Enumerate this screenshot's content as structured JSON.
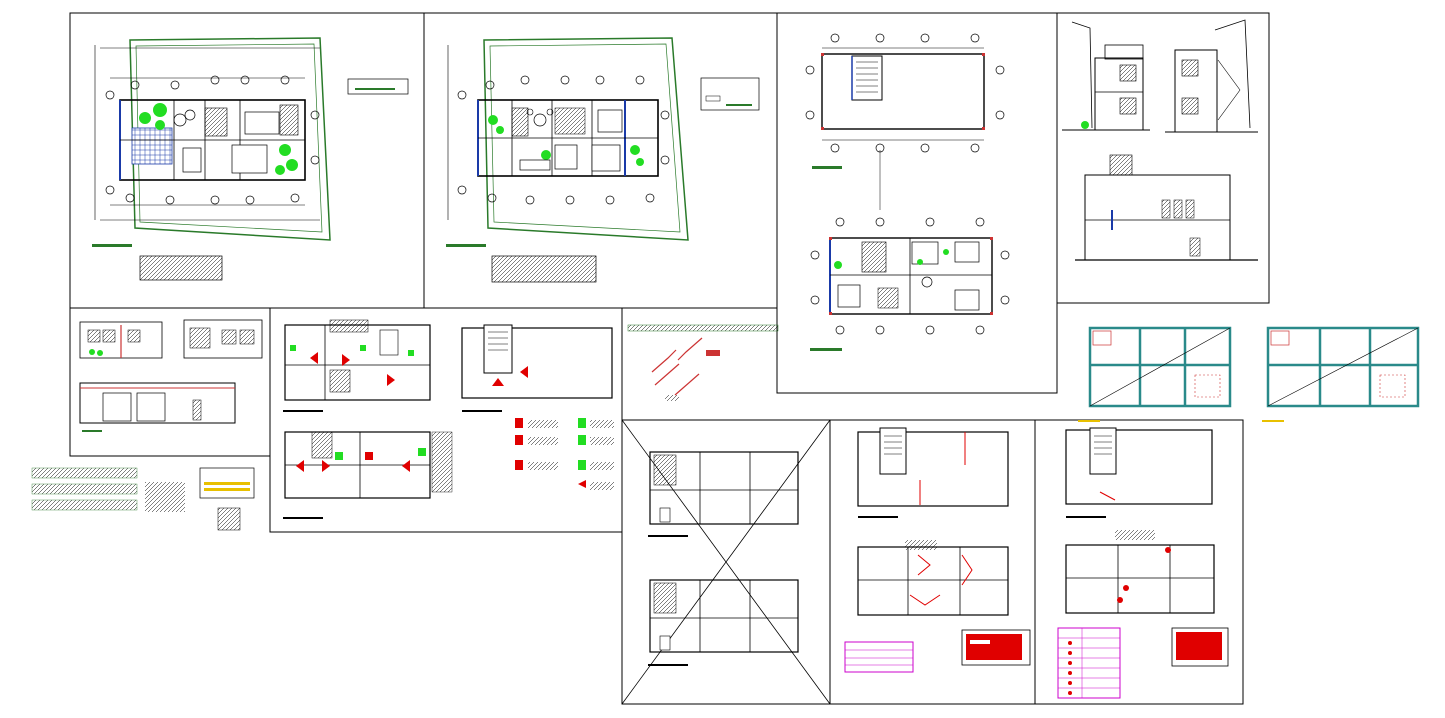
{
  "drawing": {
    "sheets": [
      {
        "id": "site-plan-1",
        "kind": "site-plan"
      },
      {
        "id": "site-plan-2",
        "kind": "site-plan"
      },
      {
        "id": "floor-plans-a",
        "kind": "floor-plans"
      },
      {
        "id": "elevations-sections",
        "kind": "elevations"
      },
      {
        "id": "facade-elevation",
        "kind": "elevation"
      },
      {
        "id": "evacuation-plans",
        "kind": "floor-plans"
      },
      {
        "id": "stair-details",
        "kind": "details"
      },
      {
        "id": "void-sheet",
        "kind": "crossed-out"
      },
      {
        "id": "electrical-plans",
        "kind": "floor-plans"
      },
      {
        "id": "sanitary-plans",
        "kind": "floor-plans"
      },
      {
        "id": "structural-plans",
        "kind": "structural"
      }
    ],
    "colors": {
      "line": "#000000",
      "plant": "#22dd22",
      "site_boundary": "#2a7a2a",
      "column_outline": "#cc3333",
      "water": "#1a3aa8",
      "signage_red": "#e00000",
      "legend_magenta": "#cc00cc",
      "label_yellow": "#e8c000",
      "structure_cyan": "#2a8a8a"
    },
    "icons": [
      "axis-bubble-icon",
      "tree-icon",
      "stair-icon",
      "arrow-icon"
    ]
  }
}
